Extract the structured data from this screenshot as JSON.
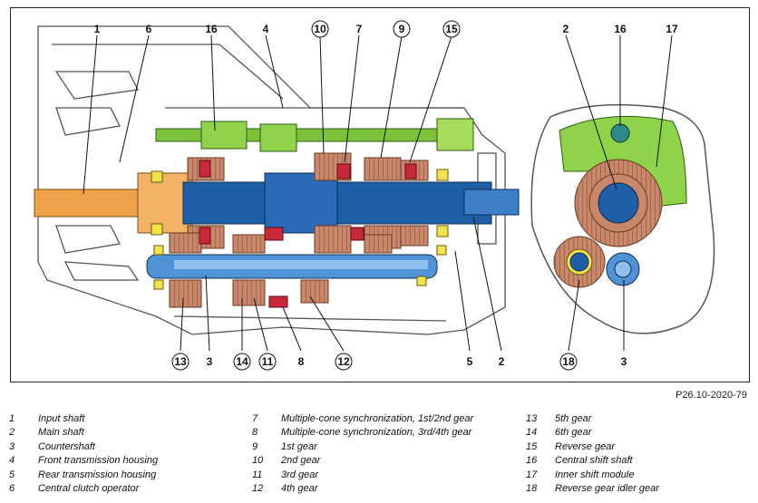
{
  "figure_code": "P26.10-2020-79",
  "callouts": [
    {
      "id": "c1",
      "text": "1",
      "circled": false
    },
    {
      "id": "c6",
      "text": "6",
      "circled": false
    },
    {
      "id": "c16a",
      "text": "16",
      "circled": false
    },
    {
      "id": "c4",
      "text": "4",
      "circled": false
    },
    {
      "id": "c10",
      "text": "10",
      "circled": true
    },
    {
      "id": "c7",
      "text": "7",
      "circled": false
    },
    {
      "id": "c9",
      "text": "9",
      "circled": true
    },
    {
      "id": "c15",
      "text": "15",
      "circled": true
    },
    {
      "id": "c2a",
      "text": "2",
      "circled": false
    },
    {
      "id": "c16b",
      "text": "16",
      "circled": false
    },
    {
      "id": "c17",
      "text": "17",
      "circled": false
    },
    {
      "id": "c13",
      "text": "13",
      "circled": true
    },
    {
      "id": "c3a",
      "text": "3",
      "circled": false
    },
    {
      "id": "c14",
      "text": "14",
      "circled": true
    },
    {
      "id": "c11",
      "text": "11",
      "circled": true
    },
    {
      "id": "c8",
      "text": "8",
      "circled": false
    },
    {
      "id": "c12",
      "text": "12",
      "circled": true
    },
    {
      "id": "c5",
      "text": "5",
      "circled": false
    },
    {
      "id": "c2b",
      "text": "2",
      "circled": false
    },
    {
      "id": "c18",
      "text": "18",
      "circled": true
    },
    {
      "id": "c3b",
      "text": "3",
      "circled": false
    }
  ],
  "legend": [
    [
      {
        "num": "1",
        "label": "Input shaft"
      },
      {
        "num": "2",
        "label": "Main shaft"
      },
      {
        "num": "3",
        "label": "Countershaft"
      },
      {
        "num": "4",
        "label": "Front transmission housing"
      },
      {
        "num": "5",
        "label": "Rear transmission housing"
      },
      {
        "num": "6",
        "label": "Central clutch operator"
      }
    ],
    [
      {
        "num": "7",
        "label": "Multiple-cone synchronization, 1st/2nd gear"
      },
      {
        "num": "8",
        "label": "Multiple-cone synchronization, 3rd/4th gear"
      },
      {
        "num": "9",
        "label": "1st gear"
      },
      {
        "num": "10",
        "label": "2nd gear"
      },
      {
        "num": "11",
        "label": "3rd gear"
      },
      {
        "num": "12",
        "label": "4th gear"
      }
    ],
    [
      {
        "num": "13",
        "label": "5th gear"
      },
      {
        "num": "14",
        "label": "6th gear"
      },
      {
        "num": "15",
        "label": "Reverse gear"
      },
      {
        "num": "16",
        "label": "Central shift shaft"
      },
      {
        "num": "17",
        "label": "Inner shift module"
      },
      {
        "num": "18",
        "label": "Reverse gear idler gear"
      }
    ]
  ]
}
